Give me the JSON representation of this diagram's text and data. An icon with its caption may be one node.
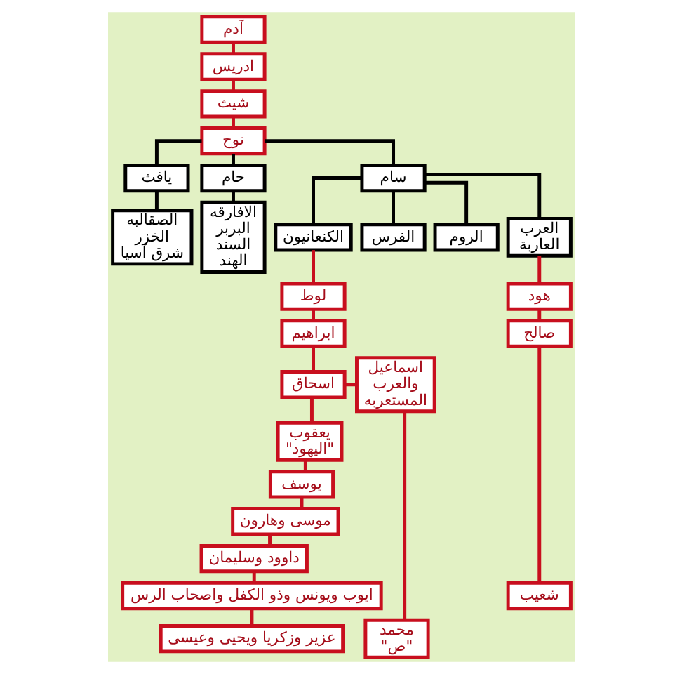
{
  "diagram": {
    "nodes": [
      {
        "text": [
          "آدم"
        ]
      },
      {
        "text": [
          "ادريس"
        ]
      },
      {
        "text": [
          "شيث"
        ]
      },
      {
        "text": [
          "نوح"
        ]
      },
      {
        "text": [
          "يافث"
        ]
      },
      {
        "text": [
          "حام"
        ]
      },
      {
        "text": [
          "سام"
        ]
      },
      {
        "text": [
          "الصقالبه",
          "الخزر",
          "شرق آسيا"
        ]
      },
      {
        "text": [
          "الافارقه",
          "البربر",
          "السند",
          "الهند"
        ]
      },
      {
        "text": [
          "الكنعانيون"
        ]
      },
      {
        "text": [
          "الفرس"
        ]
      },
      {
        "text": [
          "الروم"
        ]
      },
      {
        "text": [
          "العرب العاربة"
        ]
      },
      {
        "text": [
          "لوط"
        ]
      },
      {
        "text": [
          "ابراهيم"
        ]
      },
      {
        "text": [
          "اسحاق"
        ]
      },
      {
        "text": [
          "اسماعيل والعرب المستعربه"
        ]
      },
      {
        "text": [
          "يعقوب \"اليهود\""
        ]
      },
      {
        "text": [
          "يوسف"
        ]
      },
      {
        "text": [
          "موسى وهارون"
        ]
      },
      {
        "text": [
          "داوود وسليمان"
        ]
      },
      {
        "text": [
          "ايوب ويونس وذو الكفل واصحاب الرس"
        ]
      },
      {
        "text": [
          "عزير وزكريا ويحيى وعيسى"
        ]
      },
      {
        "text": [
          "هود"
        ]
      },
      {
        "text": [
          "صالح"
        ]
      },
      {
        "text": [
          "شعيب"
        ]
      },
      {
        "text": [
          "محمد \"ص\""
        ]
      }
    ],
    "edges": [
      {
        "from": 0,
        "to": 1,
        "arrow": "none"
      },
      {
        "from": 1,
        "to": 2,
        "arrow": "none"
      },
      {
        "from": 2,
        "to": 3,
        "arrow": "none"
      },
      {
        "from": 3,
        "to": 4,
        "arrow": "none",
        "color": "#000000"
      },
      {
        "from": 3,
        "to": 5,
        "arrow": "none",
        "color": "#000000"
      },
      {
        "from": 3,
        "to": 6,
        "arrow": "none",
        "color": "#000000"
      },
      {
        "from": 4,
        "to": 7,
        "arrow": "none",
        "color": "#000000"
      },
      {
        "from": 5,
        "to": 8,
        "arrow": "none",
        "color": "#000000"
      },
      {
        "from": 6,
        "to": 9,
        "arrow": "none",
        "color": "#000000"
      },
      {
        "from": 6,
        "to": 10,
        "arrow": "none",
        "color": "#000000"
      },
      {
        "from": 6,
        "to": 11,
        "arrow": "none",
        "color": "#000000"
      },
      {
        "from": 6,
        "to": 12,
        "arrow": "none",
        "color": "#000000"
      },
      {
        "from": 9,
        "to": 13,
        "arrow": "none"
      },
      {
        "from": 13,
        "to": 14,
        "arrow": "none"
      },
      {
        "from": 14,
        "to": 15,
        "arrow": "none"
      },
      {
        "from": 15,
        "to": 17,
        "arrow": "none"
      },
      {
        "from": 17,
        "to": 18,
        "arrow": "none"
      },
      {
        "from": 18,
        "to": 19,
        "arrow": "none"
      },
      {
        "from": 19,
        "to": 20,
        "arrow": "none"
      },
      {
        "from": 20,
        "to": 21,
        "arrow": "none"
      },
      {
        "from": 21,
        "to": 22,
        "arrow": "none"
      },
      {
        "from": 15,
        "to": 16,
        "arrow": "none"
      },
      {
        "from": 16,
        "to": 26,
        "arrow": "none"
      },
      {
        "from": 12,
        "to": 23,
        "arrow": "none"
      },
      {
        "from": 23,
        "to": 24,
        "arrow": "none"
      },
      {
        "from": 24,
        "to": 25,
        "arrow": "none"
      }
    ]
  }
}
